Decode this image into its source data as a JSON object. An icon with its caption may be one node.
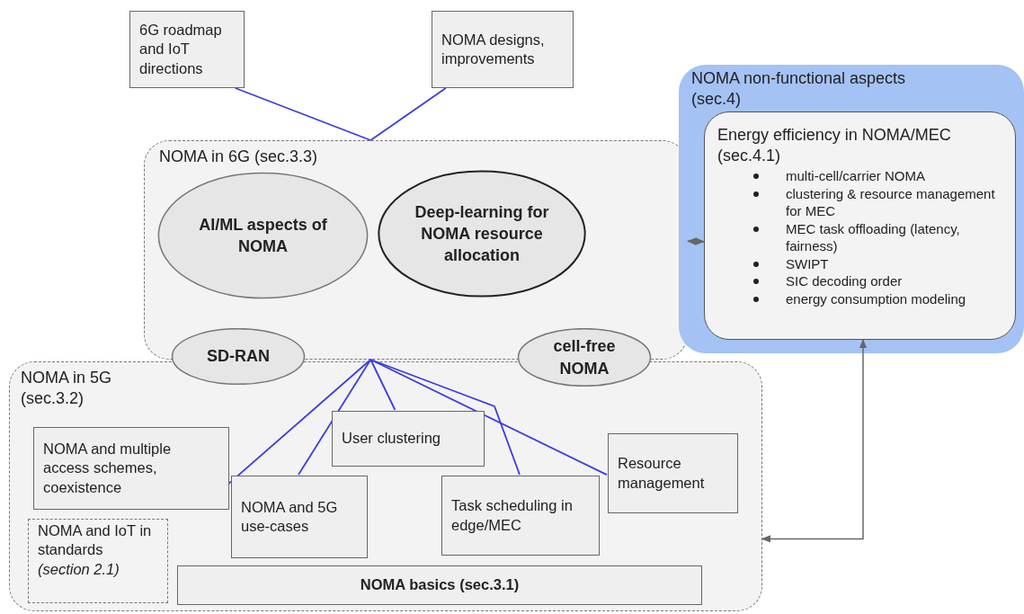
{
  "diagram": {
    "nodes": [
      {
        "text": [
          "6G roadmap and IoT directions"
        ]
      },
      {
        "text": [
          "NOMA designs, improvements"
        ]
      },
      {
        "text": [
          "NOMA in 6G (sec.3.3)"
        ]
      },
      {
        "text": [
          "AI/ML aspects of NOMA"
        ],
        "in": 2
      },
      {
        "text": [
          "Deep-learning for NOMA resource allocation"
        ],
        "in": 2
      },
      {
        "text": [
          "NOMA non-functional aspects (sec.4)"
        ]
      },
      {
        "text": [
          "Energy efficiency in NOMA/MEC (sec.4.1)",
          "multi-cell/carrier NOMA",
          "clustering & resource management for MEC",
          "MEC task offloading (latency, fairness)",
          "SWIPT",
          "SIC decoding order",
          "energy consumption modeling"
        ],
        "in": 5
      },
      {
        "text": [
          "SD-RAN"
        ]
      },
      {
        "text": [
          "cell-free NOMA"
        ]
      },
      {
        "text": [
          "NOMA in 5G (sec.3.2)"
        ]
      },
      {
        "text": [
          "NOMA and multiple access schemes, coexistence"
        ],
        "in": 9
      },
      {
        "text": [
          "User clustering"
        ],
        "in": 9
      },
      {
        "text": [
          "NOMA and 5G use-cases"
        ],
        "in": 9
      },
      {
        "text": [
          "Task scheduling in edge/MEC"
        ],
        "in": 9
      },
      {
        "text": [
          "Resource management"
        ],
        "in": 9
      },
      {
        "text": [
          "NOMA and IoT in standards",
          "(section 2.1)"
        ],
        "in": 9
      },
      {
        "text": [
          "NOMA basics (sec.3.1)"
        ],
        "in": 9
      }
    ],
    "edges": [
      {
        "from": 0,
        "to": 2,
        "arrow": "none"
      },
      {
        "from": 1,
        "to": 2,
        "arrow": "none"
      },
      {
        "from": 2,
        "to": 10,
        "arrow": "none"
      },
      {
        "from": 2,
        "to": 12,
        "arrow": "none"
      },
      {
        "from": 2,
        "to": 11,
        "arrow": "none"
      },
      {
        "from": 2,
        "to": 13,
        "arrow": "none"
      },
      {
        "from": 2,
        "to": 14,
        "arrow": "none"
      },
      {
        "from": 2,
        "to": 6,
        "arrow": "both",
        "color": "#666666"
      },
      {
        "from": 9,
        "to": 6,
        "arrow": "both",
        "color": "#666666"
      }
    ]
  }
}
